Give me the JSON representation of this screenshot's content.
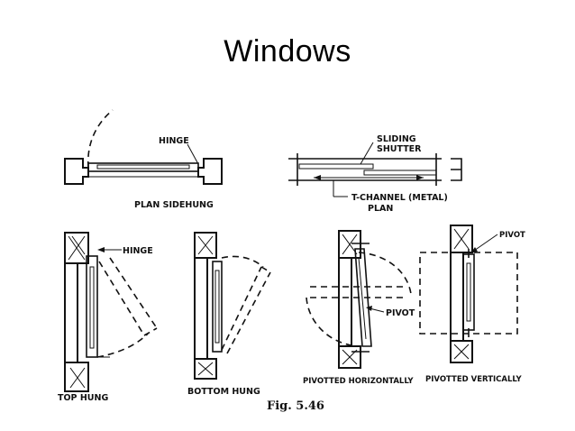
{
  "slide": {
    "title": "Windows"
  },
  "labels": {
    "hinge_plan": "HINGE",
    "plan_sidehung": "PLAN SIDEHUNG",
    "sliding_shutter_1": "SLIDING",
    "sliding_shutter_2": "SHUTTER",
    "t_channel": "T-CHANNEL (METAL)",
    "plan": "PLAN",
    "hinge_top": "HINGE",
    "top_hung": "TOP HUNG",
    "bottom_hung": "BOTTOM HUNG",
    "pivot_h": "PIVOT",
    "pivotted_horizontally": "PIVOTTED HORIZONTALLY",
    "pivot_v": "PIVOT",
    "pivotted_vertically": "PIVOTTED VERTICALLY",
    "fig": "Fig. 5.46"
  }
}
